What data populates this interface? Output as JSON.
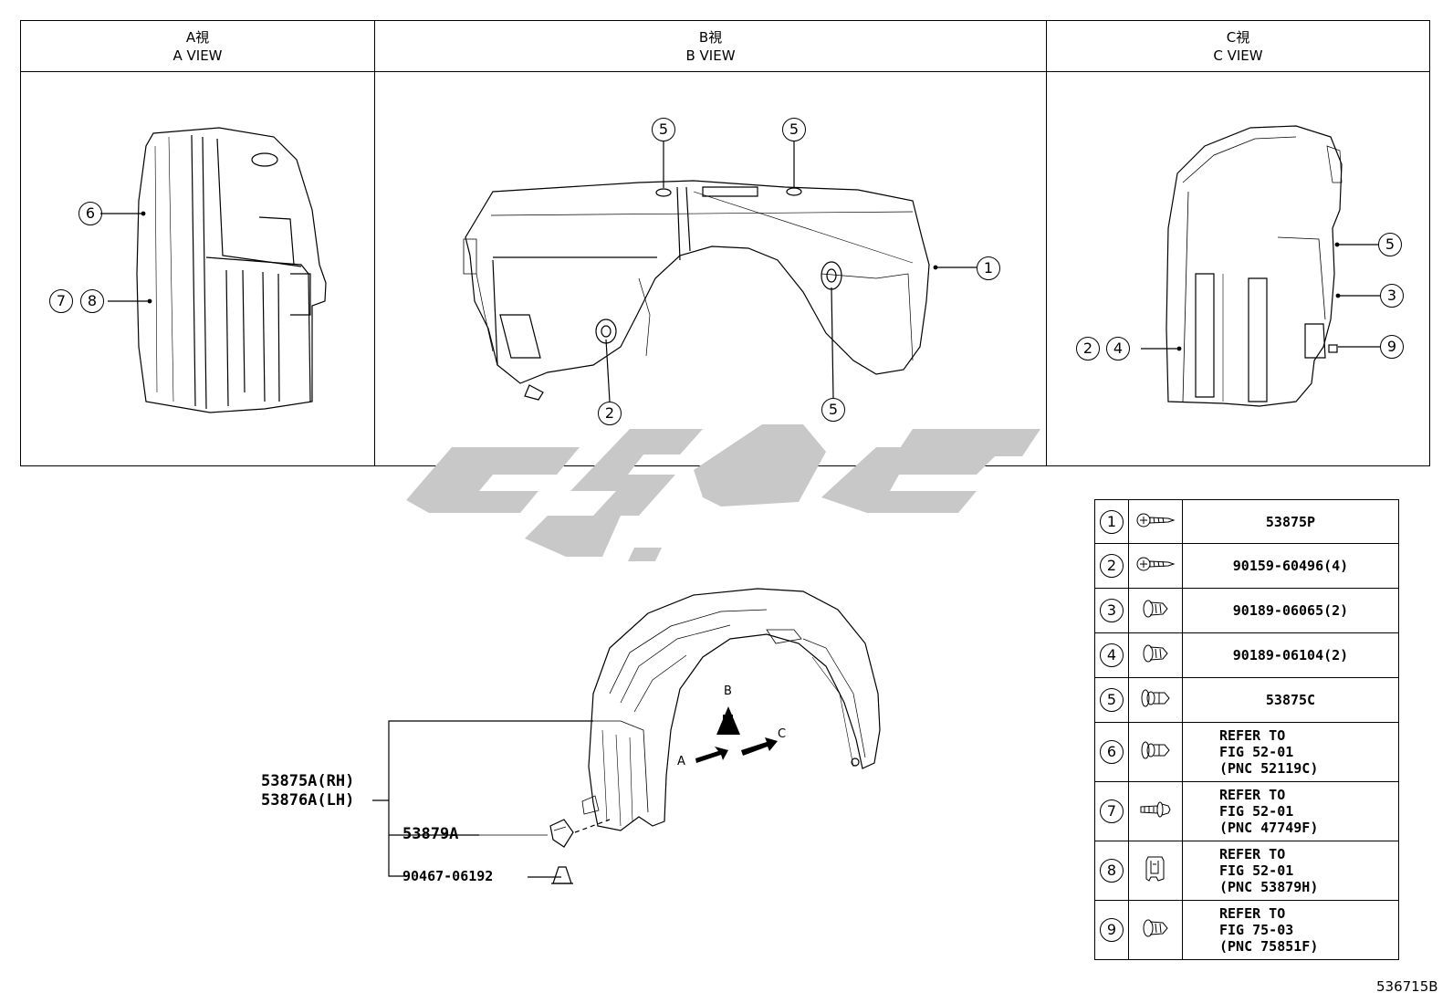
{
  "views": [
    {
      "jp": "A視",
      "en": "A VIEW"
    },
    {
      "jp": "B視",
      "en": "B VIEW"
    },
    {
      "jp": "C視",
      "en": "C VIEW"
    }
  ],
  "a_view_callouts": {
    "c6": "6",
    "c7": "7",
    "c8": "8"
  },
  "b_view_callouts": {
    "c5a": "5",
    "c5b": "5",
    "c1": "1",
    "c2": "2",
    "c5c": "5"
  },
  "c_view_callouts": {
    "c5": "5",
    "c3": "3",
    "c2": "2",
    "c4": "4",
    "c9": "9"
  },
  "main_labels": {
    "rh": "53875A(RH)",
    "lh": "53876A(LH)",
    "clip": "53879A",
    "nut": "90467-06192"
  },
  "arrows": {
    "a": "A",
    "b": "B",
    "c": "C"
  },
  "legend": [
    {
      "num": "1",
      "icon": "screw-icon",
      "text": [
        "53875P"
      ]
    },
    {
      "num": "2",
      "icon": "screw-icon",
      "text": [
        "90159-60496(4)"
      ]
    },
    {
      "num": "3",
      "icon": "push-clip-icon",
      "text": [
        "90189-06065(2)"
      ]
    },
    {
      "num": "4",
      "icon": "push-clip-icon",
      "text": [
        "90189-06104(2)"
      ]
    },
    {
      "num": "5",
      "icon": "clip-icon",
      "text": [
        "53875C"
      ]
    },
    {
      "num": "6",
      "icon": "clip-icon",
      "text": [
        "REFER TO",
        "FIG 52-01",
        "(PNC 52119C)"
      ]
    },
    {
      "num": "7",
      "icon": "rivet-icon",
      "text": [
        "REFER TO",
        "FIG 52-01",
        "(PNC 47749F)"
      ]
    },
    {
      "num": "8",
      "icon": "retainer-icon",
      "text": [
        "REFER TO",
        "FIG 52-01",
        "(PNC 53879H)"
      ]
    },
    {
      "num": "9",
      "icon": "push-clip-icon",
      "text": [
        "REFER TO",
        "FIG 75-03",
        "(PNC 75851F)"
      ]
    }
  ],
  "footer_code": "536715B"
}
